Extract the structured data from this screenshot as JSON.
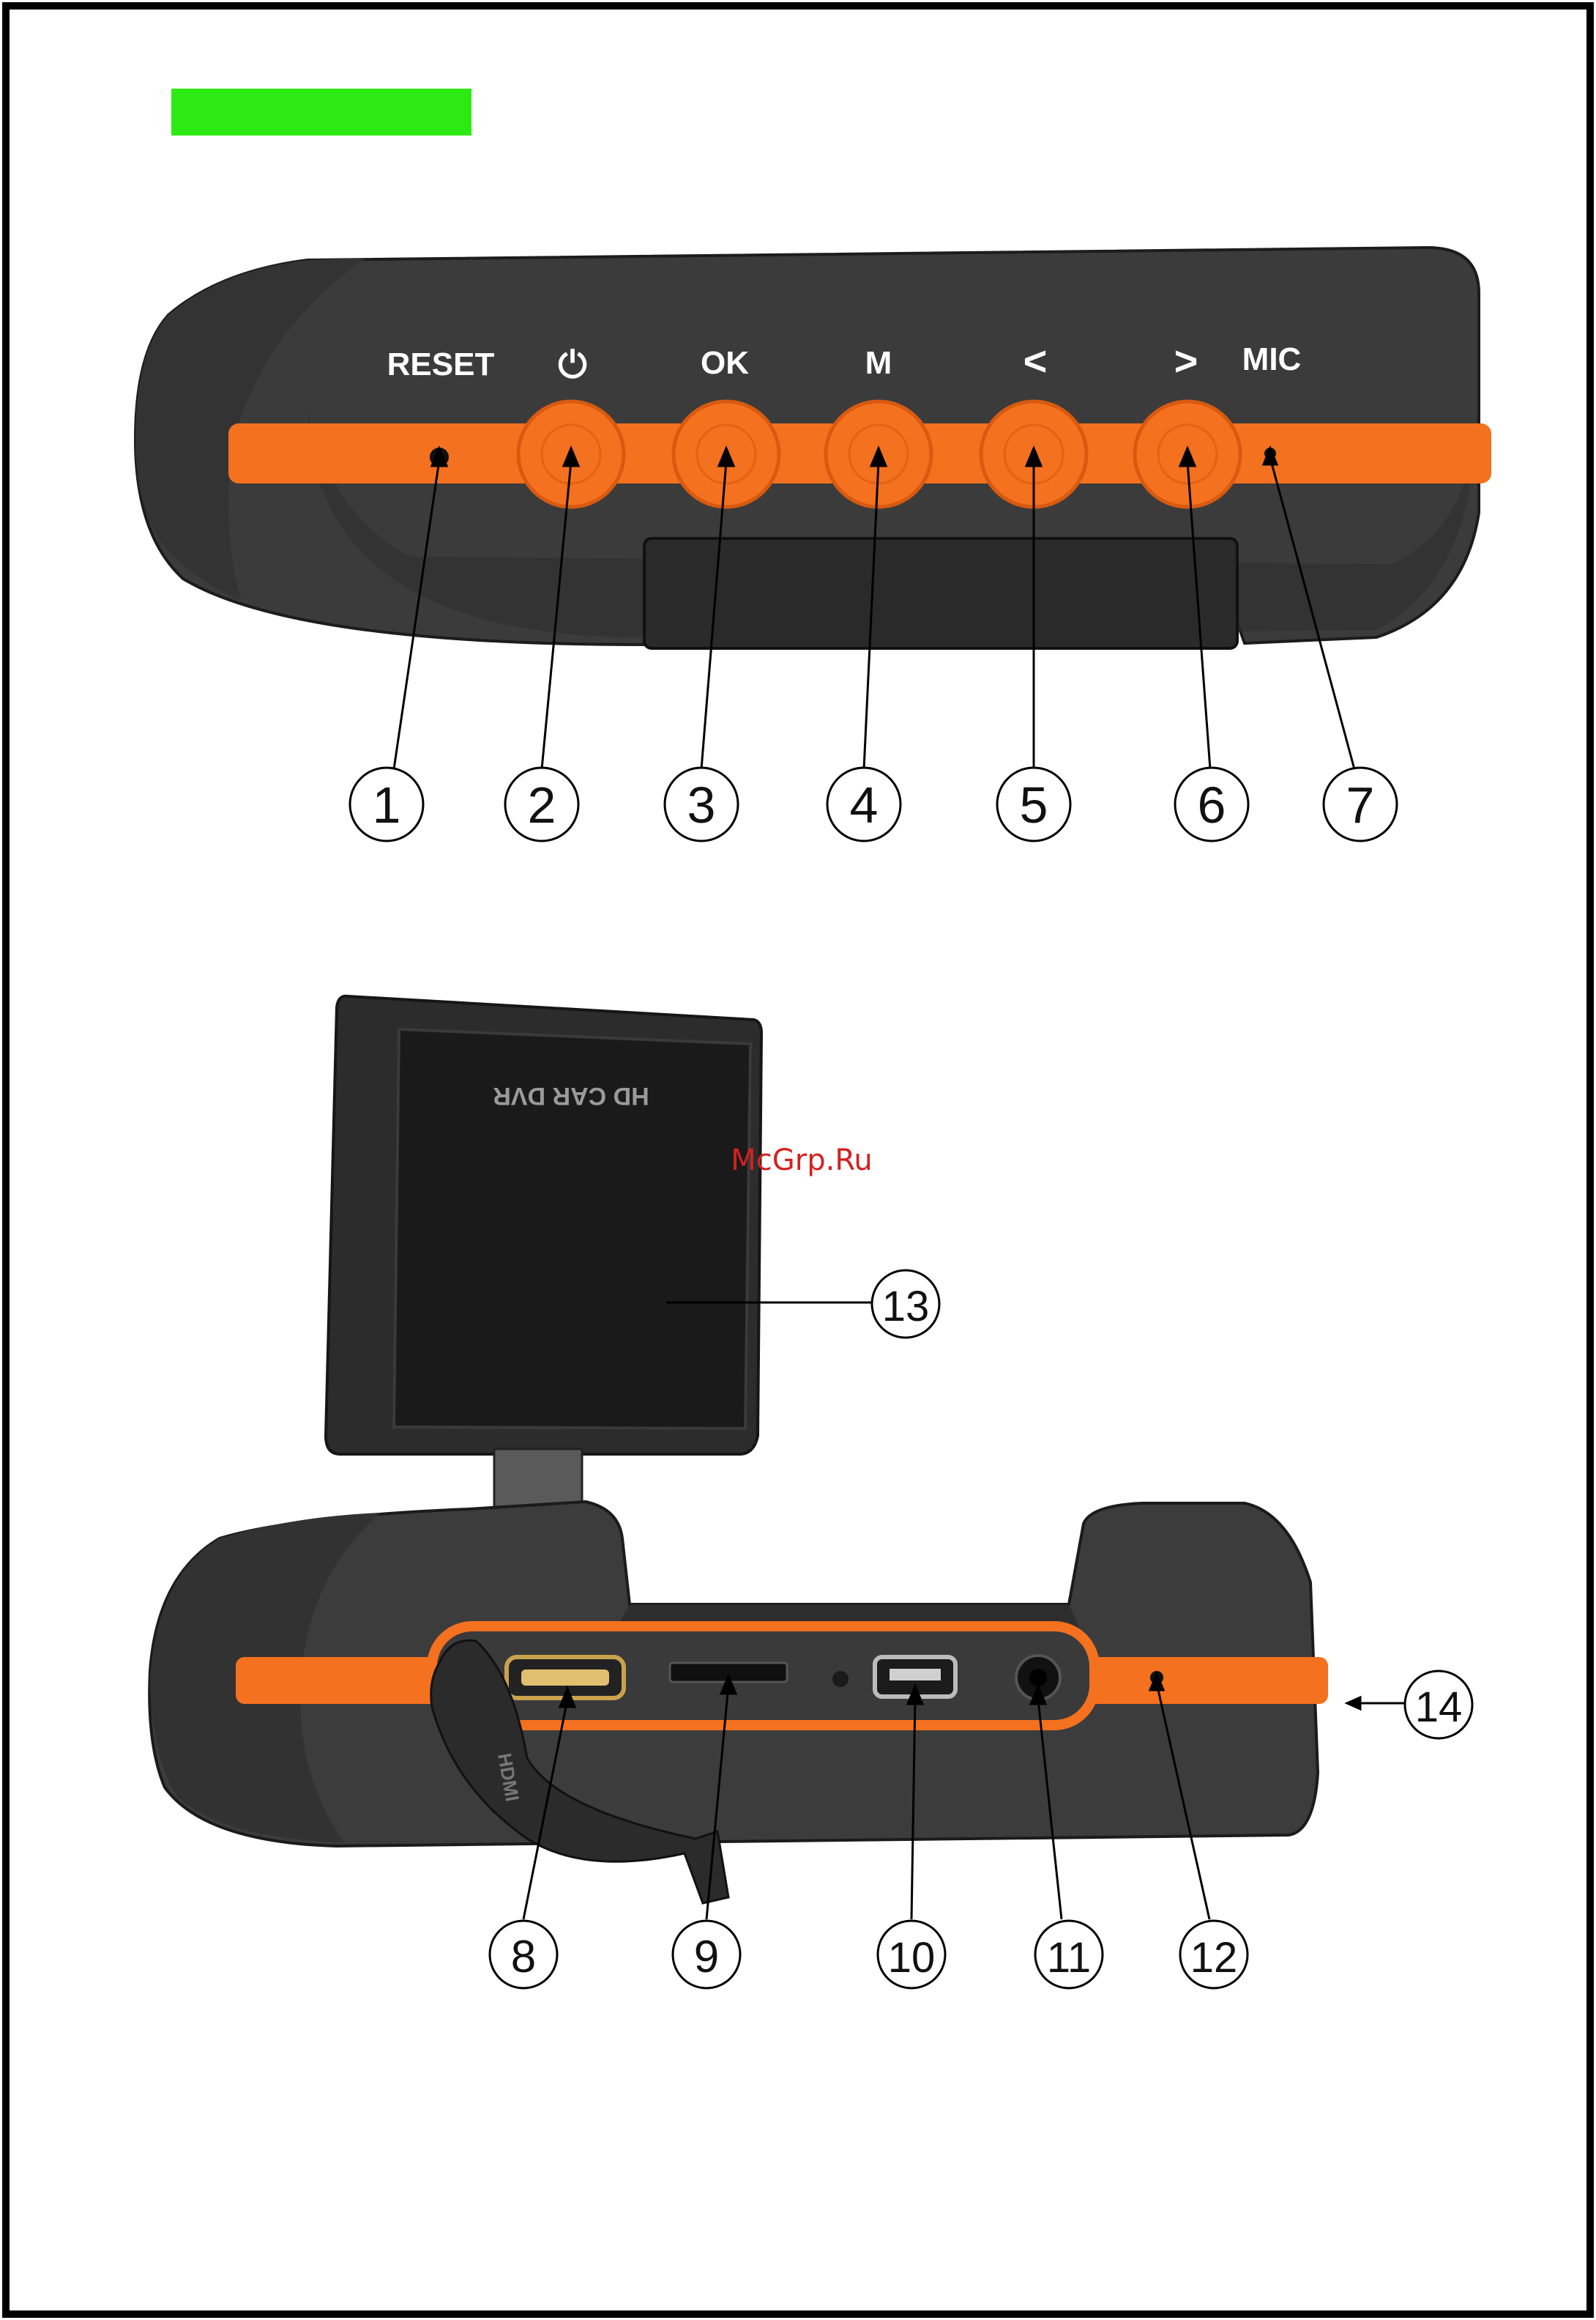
{
  "colors": {
    "accent": "#2dea14",
    "orange": "#f4711f",
    "body": "#3f3f3f",
    "body_dark": "#262626",
    "watermark": "#d42020"
  },
  "top_view": {
    "button_labels": [
      "RESET",
      "⏻",
      "OK",
      "M",
      "<",
      ">",
      "MIC"
    ]
  },
  "screen": {
    "print": "HD CAR DVR"
  },
  "watermark": "McGrp.Ru",
  "port_labels": {
    "hdmi_cover": "HDMI"
  },
  "callouts": [
    "1",
    "2",
    "3",
    "4",
    "5",
    "6",
    "7",
    "8",
    "9",
    "10",
    "11",
    "12",
    "13",
    "14"
  ]
}
